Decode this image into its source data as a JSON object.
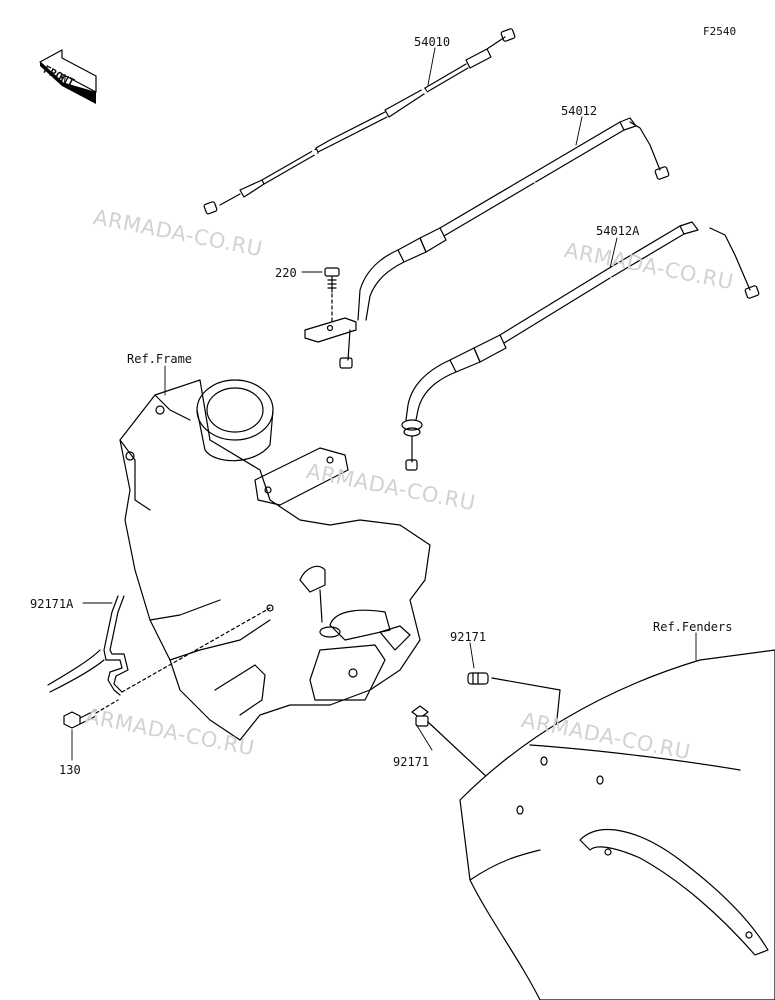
{
  "diagram_code": "F2540",
  "front_label": "FRONT",
  "watermark": "ARMADA-CO.RU",
  "parts": {
    "throttle_cable_upper": "54010",
    "cable_54012": "54012",
    "cable_54012a": "54012A",
    "bolt_220": "220",
    "clamp_92171a": "92171A",
    "clip_92171_upper": "92171",
    "clip_92171_lower": "92171",
    "bolt_130": "130"
  },
  "references": {
    "frame": "Ref.Frame",
    "fenders": "Ref.Fenders"
  },
  "colors": {
    "line": "#000000",
    "watermark": "#d2d2d2",
    "background": "#ffffff"
  }
}
